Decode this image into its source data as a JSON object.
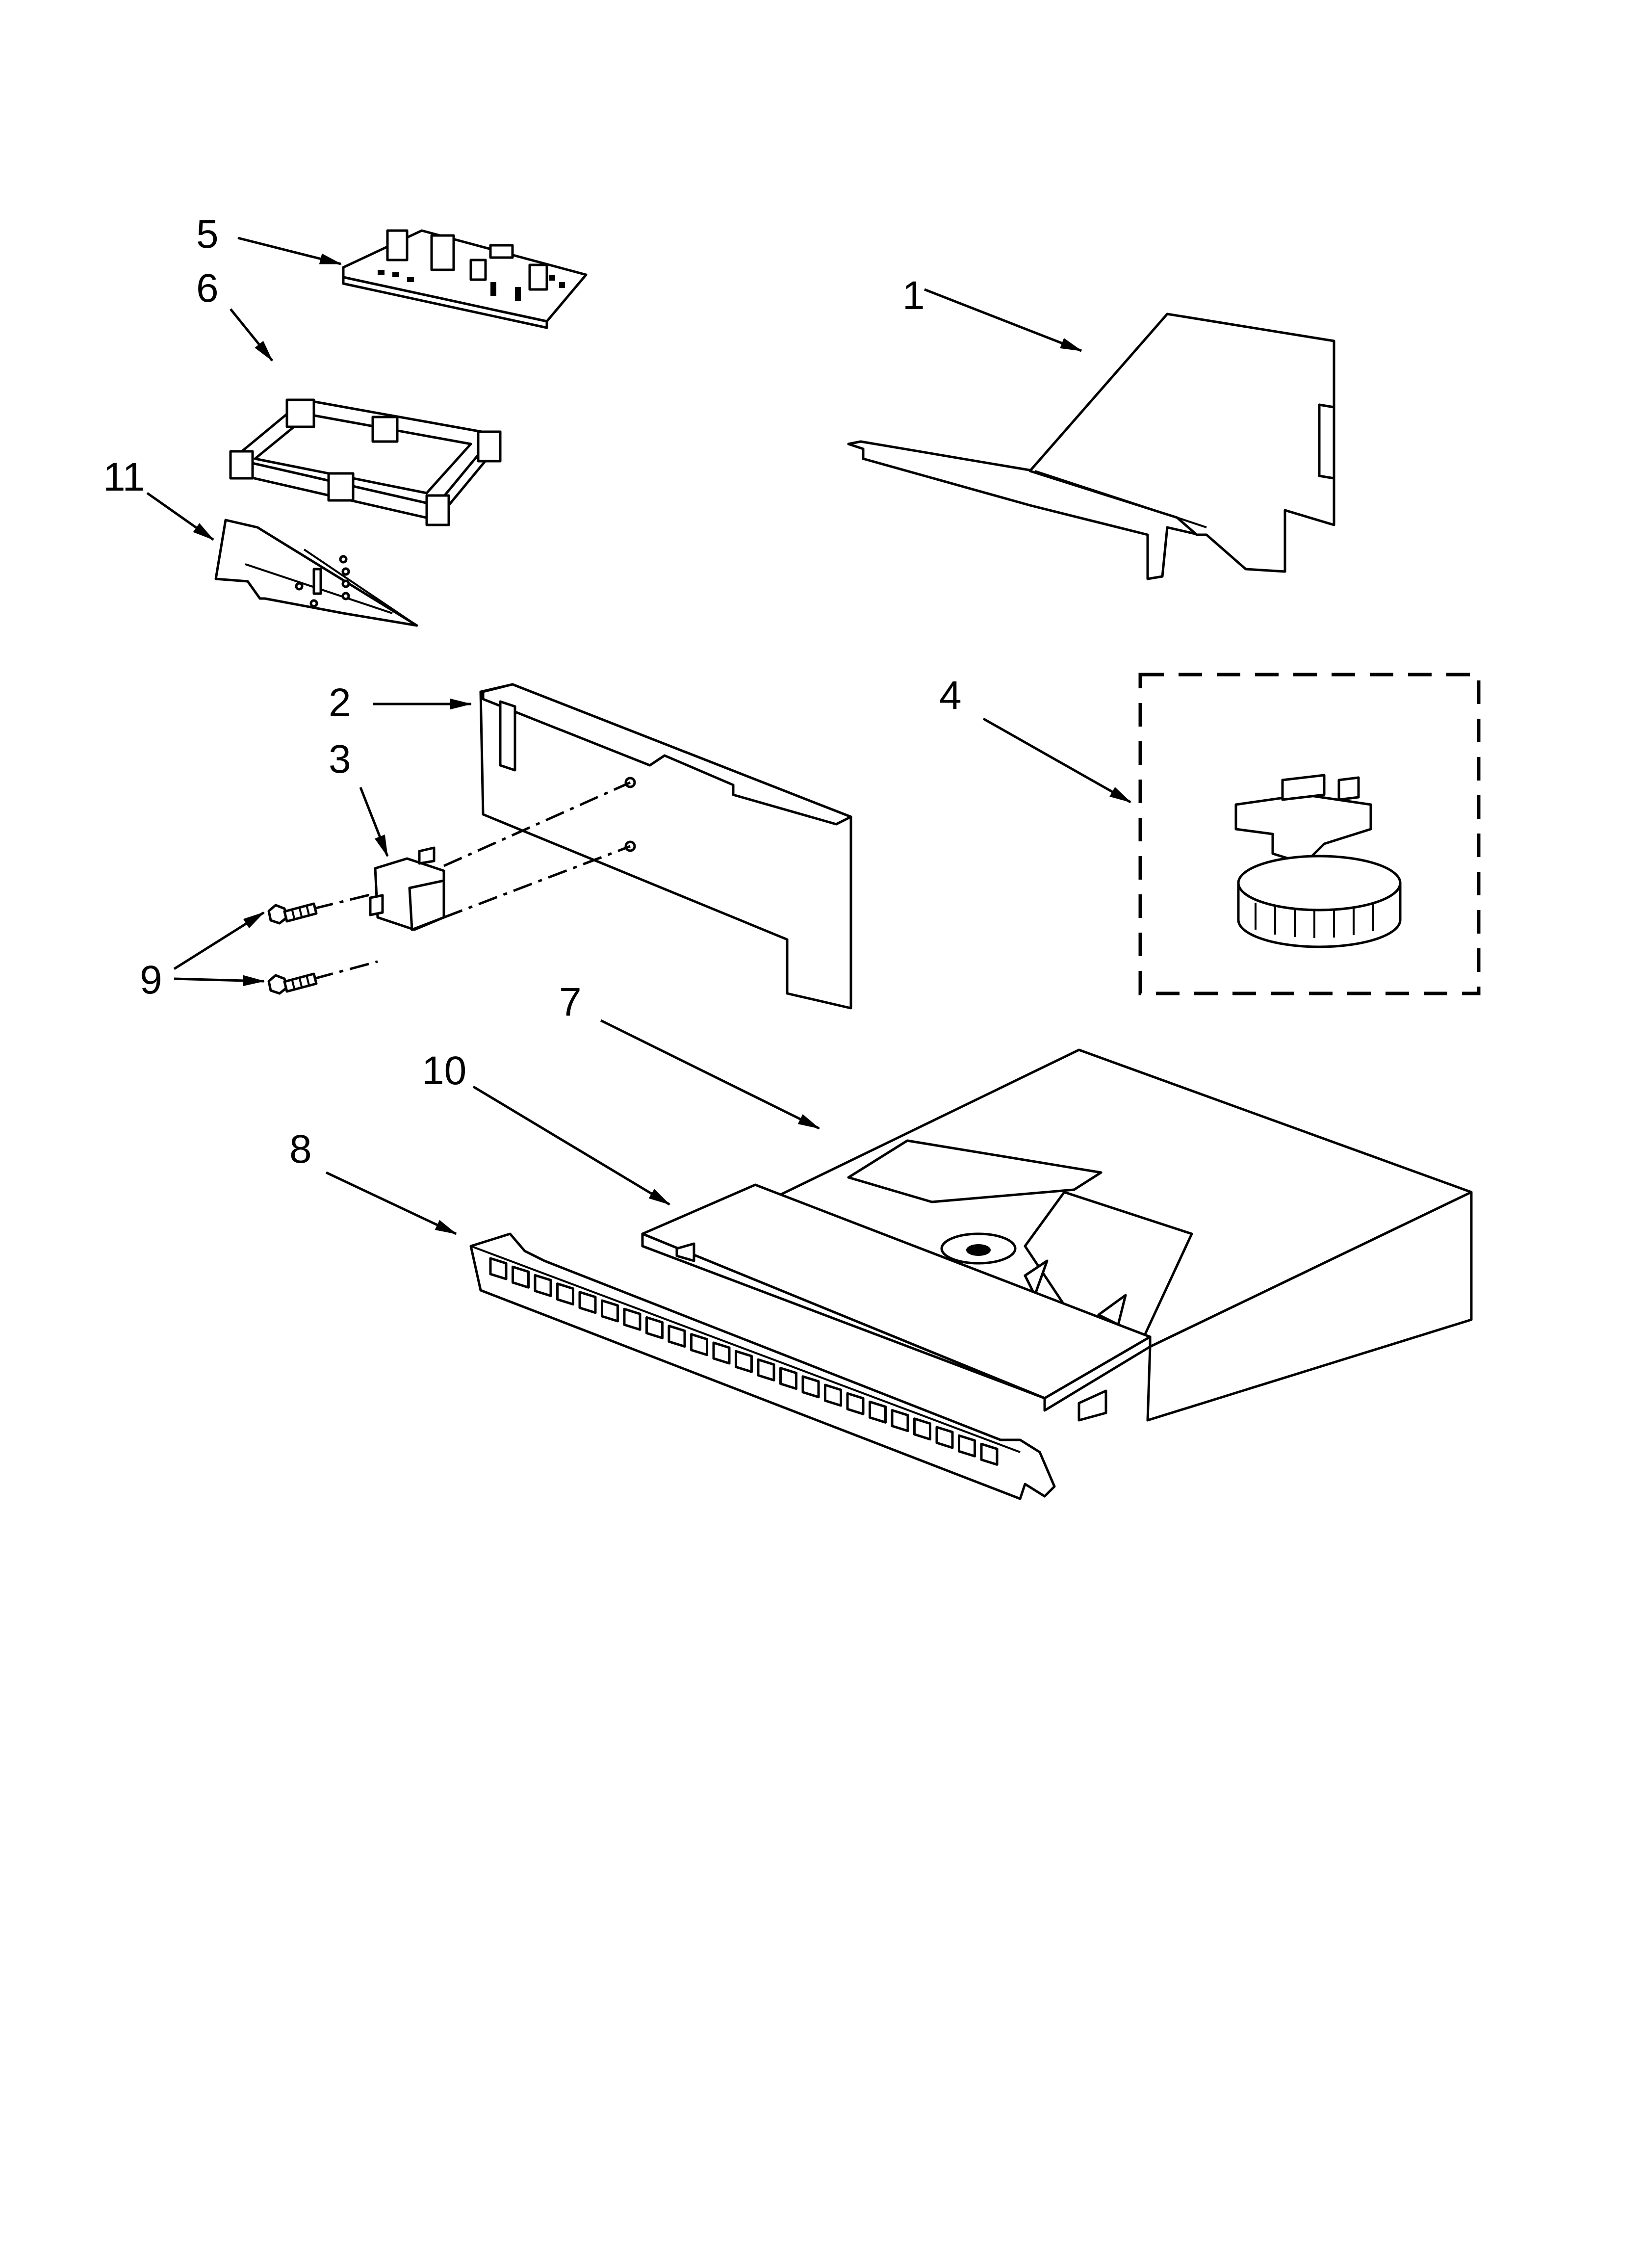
{
  "callouts": [
    {
      "id": "1",
      "label": "1"
    },
    {
      "id": "2",
      "label": "2"
    },
    {
      "id": "3",
      "label": "3"
    },
    {
      "id": "4",
      "label": "4"
    },
    {
      "id": "5",
      "label": "5"
    },
    {
      "id": "6",
      "label": "6"
    },
    {
      "id": "7",
      "label": "7"
    },
    {
      "id": "8",
      "label": "8"
    },
    {
      "id": "9",
      "label": "9"
    },
    {
      "id": "10",
      "label": "10"
    },
    {
      "id": "11",
      "label": "11"
    }
  ],
  "colors": {
    "line": "#000000",
    "background": "#ffffff"
  },
  "icons": [
    "arrow-head"
  ]
}
